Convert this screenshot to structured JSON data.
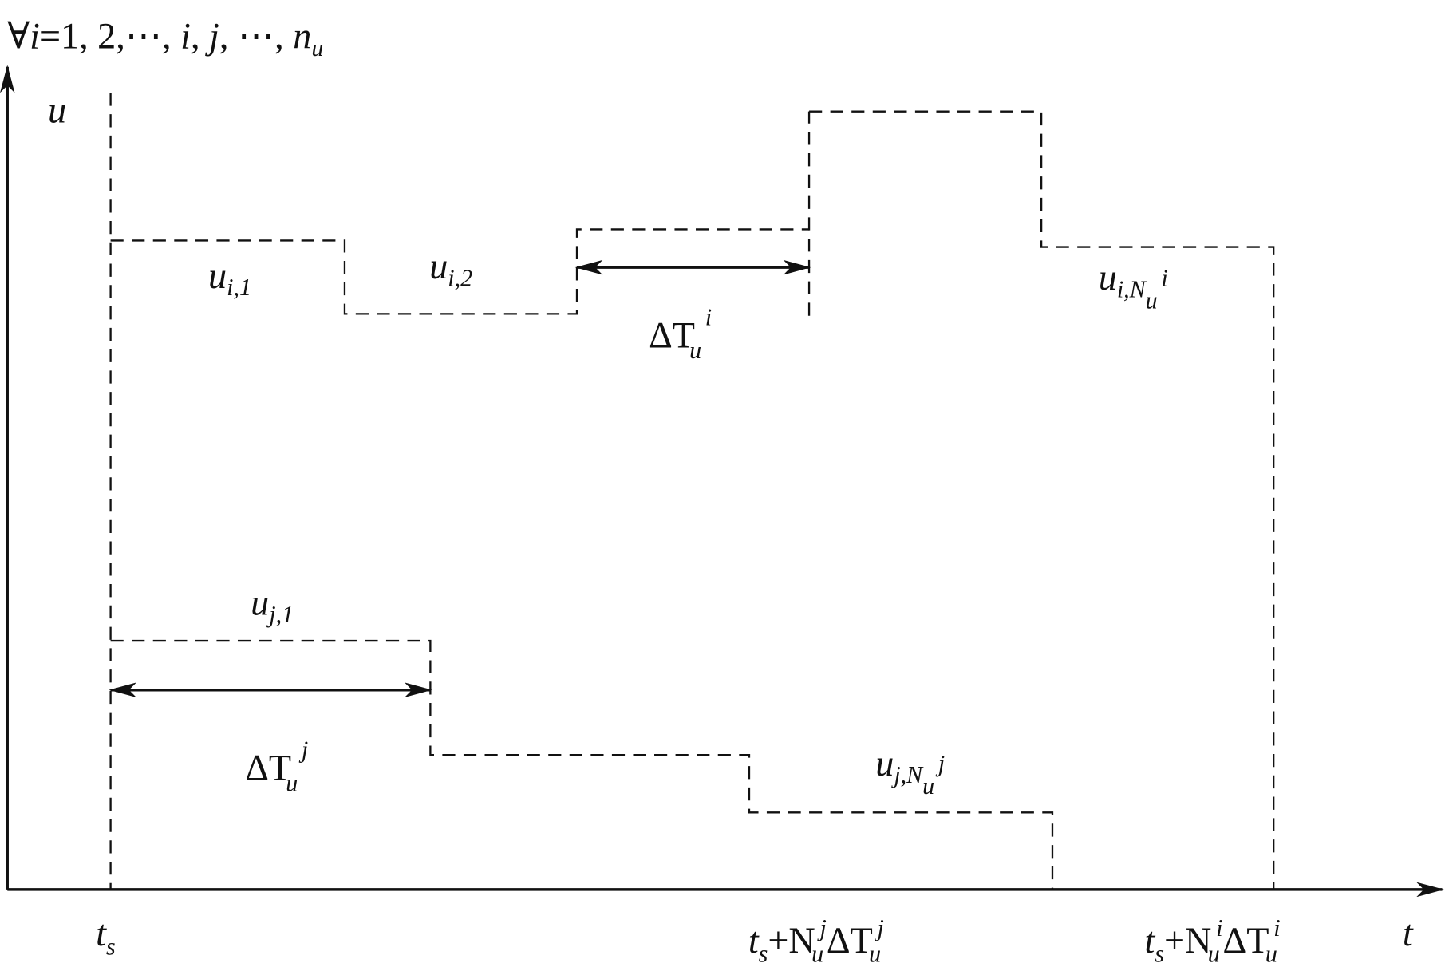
{
  "header": {
    "forall": "∀",
    "i": "i",
    "list": "=1, 2,⋯, ",
    "i2": "i",
    "sep1": ", ",
    "j": "j",
    "sep2": ", ⋯, ",
    "n": "n",
    "n_sub": "u"
  },
  "axes": {
    "y_label": "u",
    "x_label": "t"
  },
  "labels": {
    "u_i1": {
      "base": "u",
      "sub": "i,1"
    },
    "u_i2": {
      "base": "u",
      "sub": "i,2"
    },
    "u_iN": {
      "base": "u",
      "sub": "i,N",
      "subsub": "u",
      "sup": "i"
    },
    "dT_i": {
      "delta": "ΔT",
      "sub": "u",
      "sup": "i"
    },
    "u_j1": {
      "base": "u",
      "sub": "j,1"
    },
    "dT_j": {
      "delta": "ΔT",
      "sub": "u",
      "sup": "j"
    },
    "u_jN": {
      "base": "u",
      "sub": "j,N",
      "subsub": "u",
      "sup": "j"
    }
  },
  "ticks": {
    "ts": {
      "base": "t",
      "sub": "s"
    },
    "tj": {
      "t": "t",
      "s": "s",
      "plus": "+N",
      "u1": "u",
      "j1": "j",
      "dT": "ΔT",
      "u2": "u",
      "j2": "j"
    },
    "ti": {
      "t": "t",
      "s": "s",
      "plus": "+N",
      "u1": "u",
      "i1": "i",
      "dT": "ΔT",
      "u2": "u",
      "i2": "i"
    }
  }
}
